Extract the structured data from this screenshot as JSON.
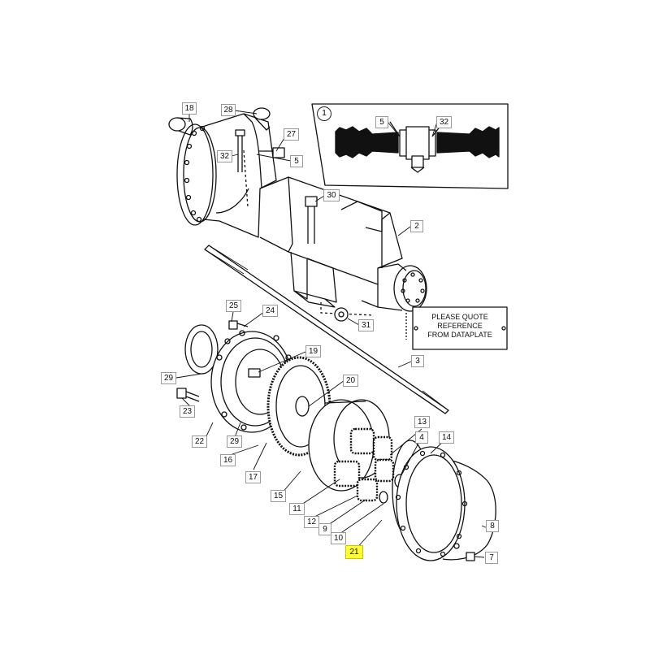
{
  "diagram": {
    "inset_number": "1",
    "plate_text": "PLEASE QUOTE\nREFERENCE\nFROM DATAPLATE",
    "highlight_color": "#ffff33",
    "callouts": [
      {
        "id": "18",
        "label": "18",
        "highlight": false
      },
      {
        "id": "28",
        "label": "28",
        "highlight": false
      },
      {
        "id": "27",
        "label": "27",
        "highlight": false
      },
      {
        "id": "32a",
        "label": "32",
        "highlight": false
      },
      {
        "id": "5a",
        "label": "5",
        "highlight": false
      },
      {
        "id": "5b",
        "label": "5",
        "highlight": false
      },
      {
        "id": "32b",
        "label": "32",
        "highlight": false
      },
      {
        "id": "30",
        "label": "30",
        "highlight": false
      },
      {
        "id": "2",
        "label": "2",
        "highlight": false
      },
      {
        "id": "25",
        "label": "25",
        "highlight": false
      },
      {
        "id": "24",
        "label": "24",
        "highlight": false
      },
      {
        "id": "31",
        "label": "31",
        "highlight": false
      },
      {
        "id": "19",
        "label": "19",
        "highlight": false
      },
      {
        "id": "3",
        "label": "3",
        "highlight": false
      },
      {
        "id": "29a",
        "label": "29",
        "highlight": false
      },
      {
        "id": "20",
        "label": "20",
        "highlight": false
      },
      {
        "id": "23",
        "label": "23",
        "highlight": false
      },
      {
        "id": "13",
        "label": "13",
        "highlight": false
      },
      {
        "id": "22",
        "label": "22",
        "highlight": false
      },
      {
        "id": "29b",
        "label": "29",
        "highlight": false
      },
      {
        "id": "4",
        "label": "4",
        "highlight": false
      },
      {
        "id": "14",
        "label": "14",
        "highlight": false
      },
      {
        "id": "16",
        "label": "16",
        "highlight": false
      },
      {
        "id": "17",
        "label": "17",
        "highlight": false
      },
      {
        "id": "15",
        "label": "15",
        "highlight": false
      },
      {
        "id": "11",
        "label": "11",
        "highlight": false
      },
      {
        "id": "12",
        "label": "12",
        "highlight": false
      },
      {
        "id": "8",
        "label": "8",
        "highlight": false
      },
      {
        "id": "9",
        "label": "9",
        "highlight": false
      },
      {
        "id": "10",
        "label": "10",
        "highlight": false
      },
      {
        "id": "21",
        "label": "21",
        "highlight": true
      },
      {
        "id": "7",
        "label": "7",
        "highlight": false
      }
    ]
  }
}
